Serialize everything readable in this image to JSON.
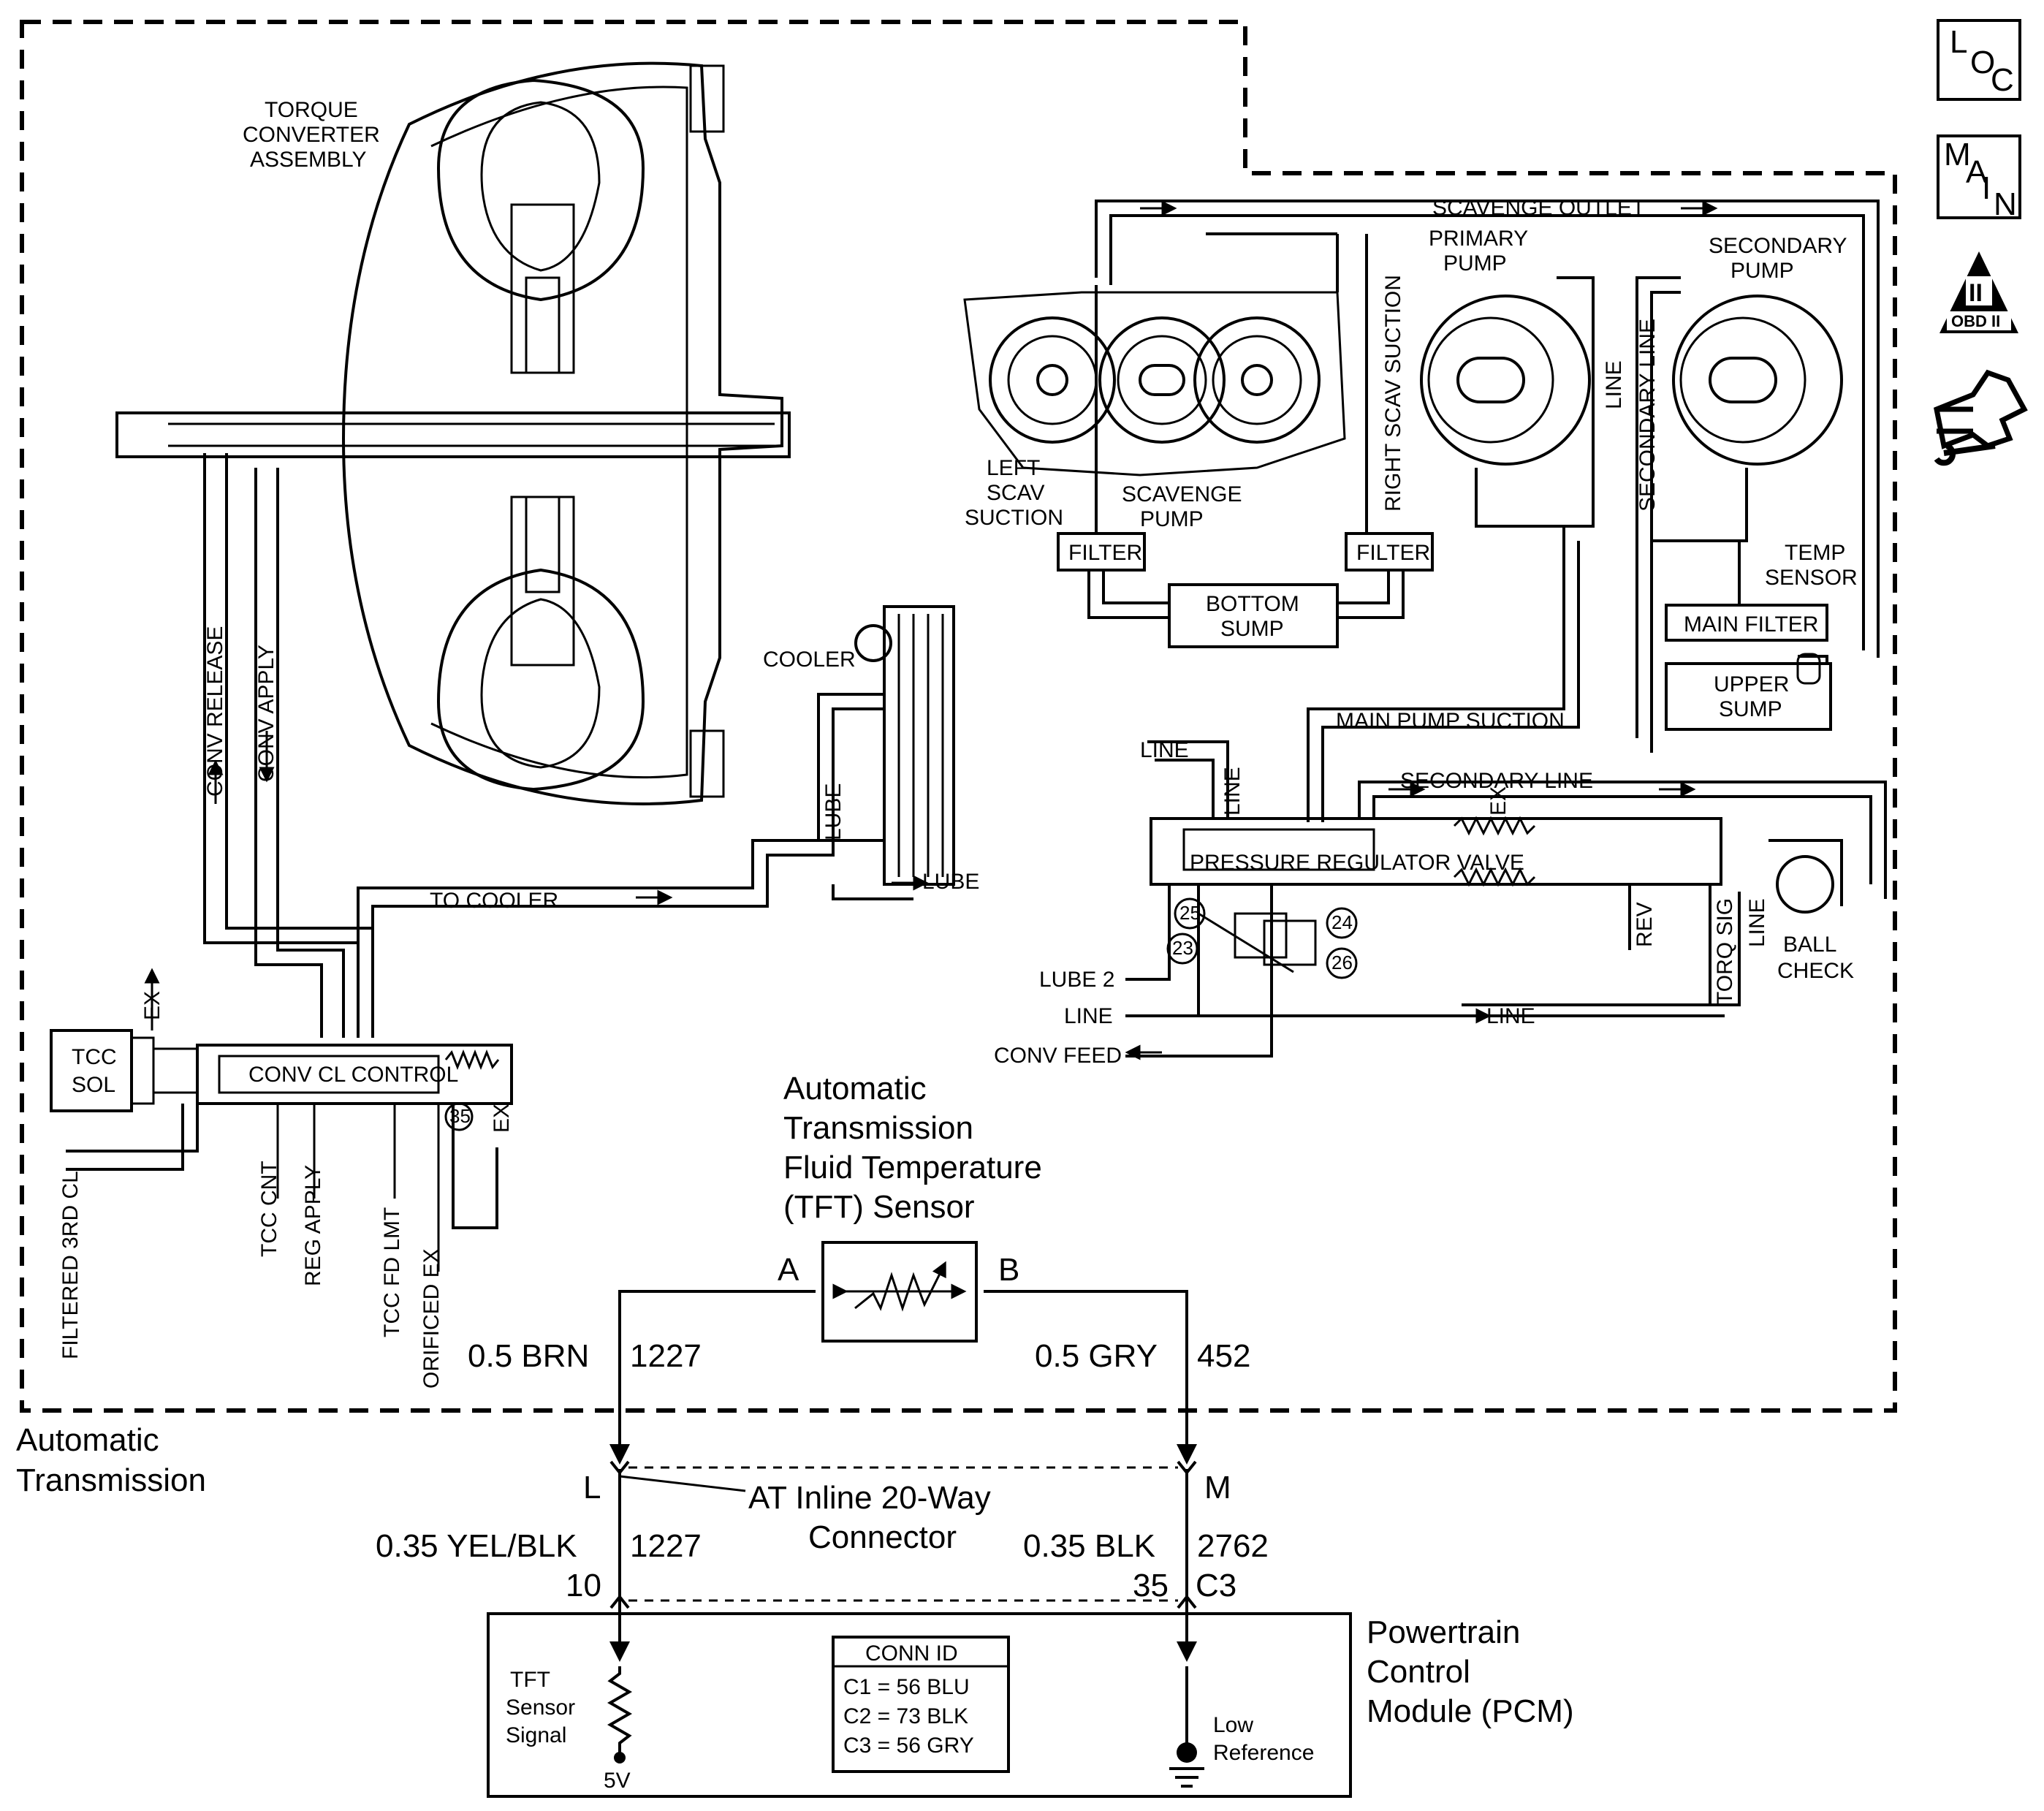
{
  "side_icons": {
    "loc": [
      "L",
      "O",
      "C"
    ],
    "main": [
      "M",
      "A",
      "I",
      "N"
    ],
    "obd": {
      "numeral": "II",
      "label": "OBD II"
    }
  },
  "hydraulic": {
    "torque_converter": [
      "TORQUE",
      "CONVERTER",
      "ASSEMBLY"
    ],
    "conv_release": "CONV RELEASE",
    "conv_apply": "CONV APPLY",
    "to_cooler": "TO COOLER",
    "cooler": "COOLER",
    "lube": "LUBE",
    "lube_out": "LUBE",
    "tcc_sol": [
      "TCC",
      "SOL"
    ],
    "ex_top": "EX",
    "valve": "CONV CL CONTROL",
    "ex_right": "EX",
    "circle_35": "35",
    "filtered_3rd_cl": "FILTERED 3RD CL",
    "tcc_cnt": "TCC CNT",
    "reg_apply": "REG APPLY",
    "tcc_fd_lmt": "TCC FD LMT",
    "orificed_ex": "ORIFICED EX",
    "scavenge_outlet": "SCAVENGE OUTLET",
    "primary_pump": [
      "PRIMARY",
      "PUMP"
    ],
    "secondary_pump": [
      "SECONDARY",
      "PUMP"
    ],
    "left_scav": [
      "LEFT",
      "SCAV",
      "SUCTION"
    ],
    "scavenge_pump": [
      "SCAVENGE",
      "PUMP"
    ],
    "right_scav": "RIGHT SCAV SUCTION",
    "line_v": "LINE",
    "secondary_line_v": "SECONDARY LINE",
    "filter_left": "FILTER",
    "filter_right": "FILTER",
    "bottom_sump": [
      "BOTTOM",
      "SUMP"
    ],
    "temp_sensor": [
      "TEMP",
      "SENSOR"
    ],
    "main_filter": "MAIN FILTER",
    "upper_sump": [
      "UPPER",
      "SUMP"
    ],
    "main_pump_suction": "MAIN PUMP SUCTION",
    "line_left": "LINE",
    "line_v2": "LINE",
    "secondary_line": "SECONDARY LINE",
    "ex_valve": "EX",
    "prv": "PRESSURE REGULATOR VALVE",
    "c25": "25",
    "c24": "24",
    "c23": "23",
    "c26": "26",
    "lube2": "LUBE 2",
    "line_in": "LINE",
    "conv_feed": "CONV FEED",
    "line_bottom": "LINE",
    "rev": "REV",
    "torq_sig": "TORQ SIG",
    "line_v3": "LINE",
    "ball_check": [
      "BALL",
      "CHECK"
    ]
  },
  "sensor": {
    "title": [
      "Automatic",
      "Transmission",
      "Fluid Temperature",
      "(TFT) Sensor"
    ],
    "pin_a": "A",
    "pin_b": "B"
  },
  "wires": {
    "left_top": {
      "gauge_color": "0.5 BRN",
      "circuit": "1227"
    },
    "right_top": {
      "gauge_color": "0.5 GRY",
      "circuit": "452"
    },
    "left_bottom": {
      "gauge_color": "0.35 YEL/BLK",
      "circuit": "1227",
      "pin": "10"
    },
    "right_bottom": {
      "gauge_color": "0.35 BLK",
      "circuit": "2762",
      "pin": "35",
      "conn": "C3"
    }
  },
  "connector": {
    "pin_left": "L",
    "pin_right": "M",
    "name": [
      "AT Inline 20-Way",
      "Connector"
    ]
  },
  "zone_label": [
    "Automatic",
    "Transmission"
  ],
  "pcm": {
    "title": [
      "Powertrain",
      "Control",
      "Module (PCM)"
    ],
    "signal": [
      "TFT",
      "Sensor",
      "Signal"
    ],
    "voltage": "5V",
    "low_ref": [
      "Low",
      "Reference"
    ],
    "conn_id_title": "CONN ID",
    "conn_ids": [
      "C1 = 56 BLU",
      "C2 = 73 BLK",
      "C3 = 56 GRY"
    ]
  }
}
